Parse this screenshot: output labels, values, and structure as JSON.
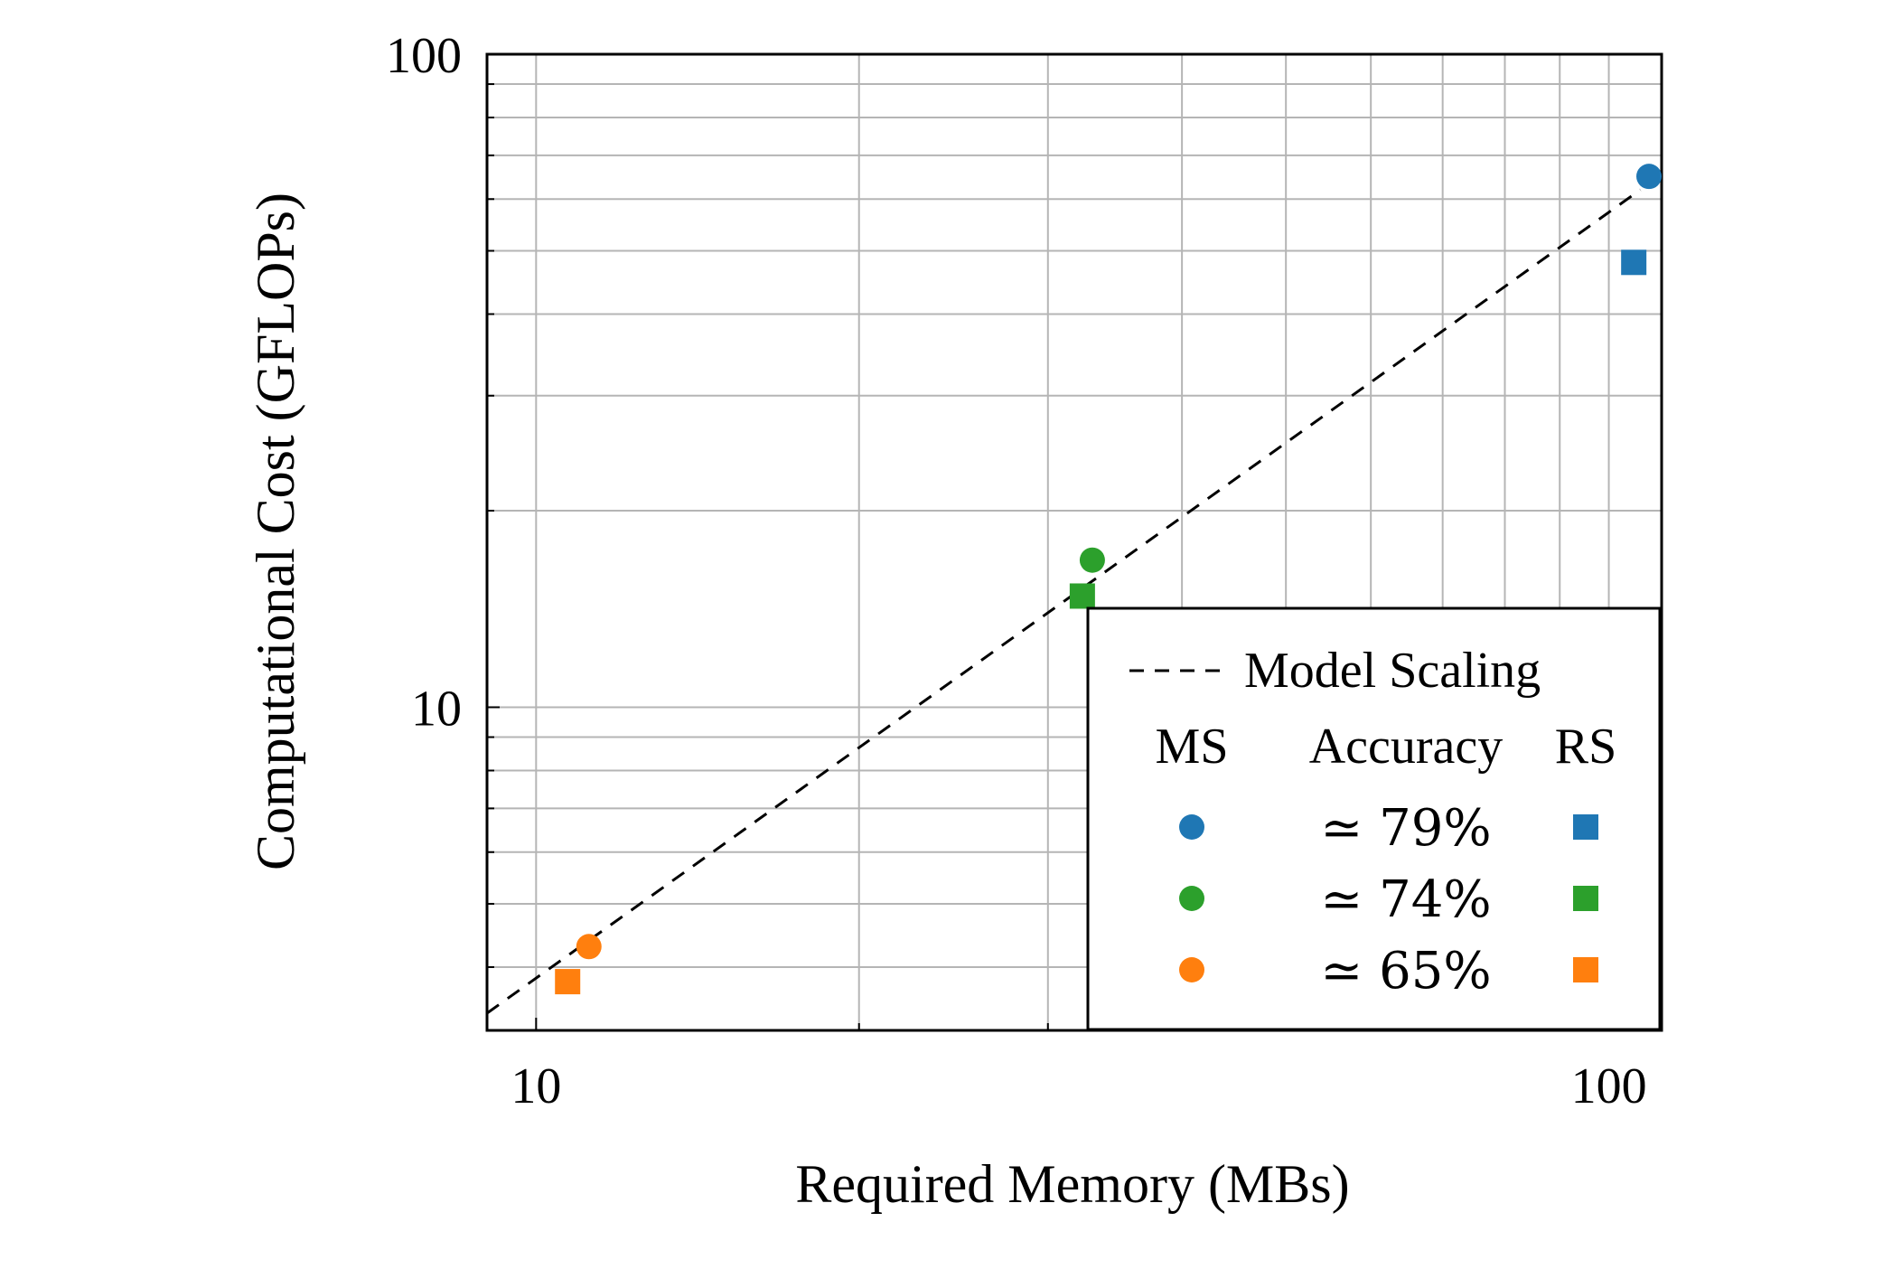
{
  "chart_data": {
    "type": "scatter",
    "xlabel": "Required Memory (MBs)",
    "ylabel": "Computational Cost (GFLOPs)",
    "xscale": "log",
    "yscale": "log",
    "xlim": [
      9,
      112
    ],
    "ylim": [
      3.2,
      100
    ],
    "xticks": [
      10,
      100
    ],
    "xtick_labels": [
      "10",
      "100"
    ],
    "yticks": [
      10,
      100
    ],
    "ytick_labels": [
      "10",
      "100"
    ],
    "grid": true,
    "legend_position": "bottom-right",
    "series": [
      {
        "name": "MS",
        "marker": "circle",
        "points": [
          {
            "x": 109,
            "y": 65,
            "color": "#1f77b4"
          },
          {
            "x": 33,
            "y": 16.8,
            "color": "#2ca02c"
          },
          {
            "x": 11.2,
            "y": 4.3,
            "color": "#ff7f0e"
          }
        ]
      },
      {
        "name": "RS",
        "marker": "square",
        "points": [
          {
            "x": 105.5,
            "y": 48,
            "color": "#1f77b4"
          },
          {
            "x": 32.3,
            "y": 14.8,
            "color": "#2ca02c"
          },
          {
            "x": 10.7,
            "y": 3.8,
            "color": "#ff7f0e"
          }
        ]
      }
    ],
    "trend_line": {
      "name": "Model Scaling",
      "style": "dashed",
      "color": "#000000",
      "from": {
        "x": 9,
        "y": 3.4
      },
      "to": {
        "x": 107,
        "y": 62
      }
    },
    "legend": {
      "line_label": "Model Scaling",
      "col_ms": "MS",
      "col_accuracy": "Accuracy",
      "col_rs": "RS",
      "rows": [
        {
          "accuracy": "≃ 79%",
          "color": "#1f77b4"
        },
        {
          "accuracy": "≃ 74%",
          "color": "#2ca02c"
        },
        {
          "accuracy": "≃ 65%",
          "color": "#ff7f0e"
        }
      ]
    }
  }
}
